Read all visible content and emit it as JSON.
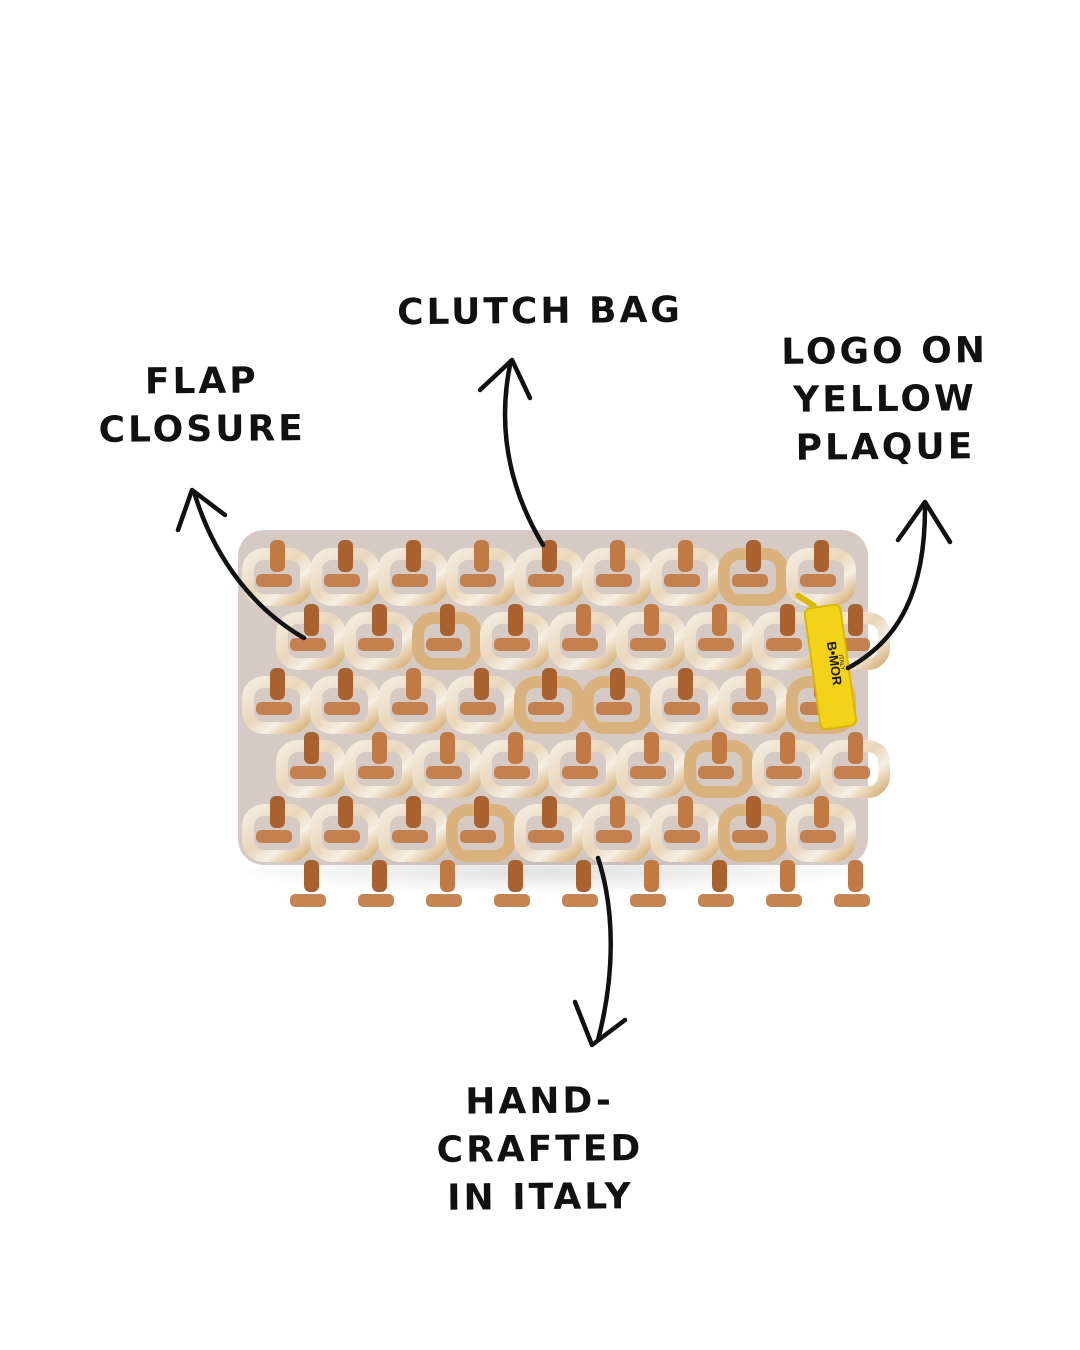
{
  "annotations": {
    "flap_closure": [
      "FLAP",
      "CLOSURE"
    ],
    "clutch_bag": [
      "CLUTCH BAG"
    ],
    "logo_plaque": [
      "LOGO ON",
      "YELLOW",
      "PLAQUE"
    ],
    "handcrafted": [
      "HAND-",
      "CRAFTED",
      "IN ITALY"
    ]
  },
  "product": {
    "tag_text": "B•MOR",
    "tag_subtext": "ITALY"
  },
  "colors": {
    "leather": "#c27a44",
    "leather_dark": "#a9622f",
    "link_cream": "#efe4d4",
    "link_marble": "#d9b27e",
    "tag_yellow": "#f2d31a",
    "ink": "#111111"
  }
}
